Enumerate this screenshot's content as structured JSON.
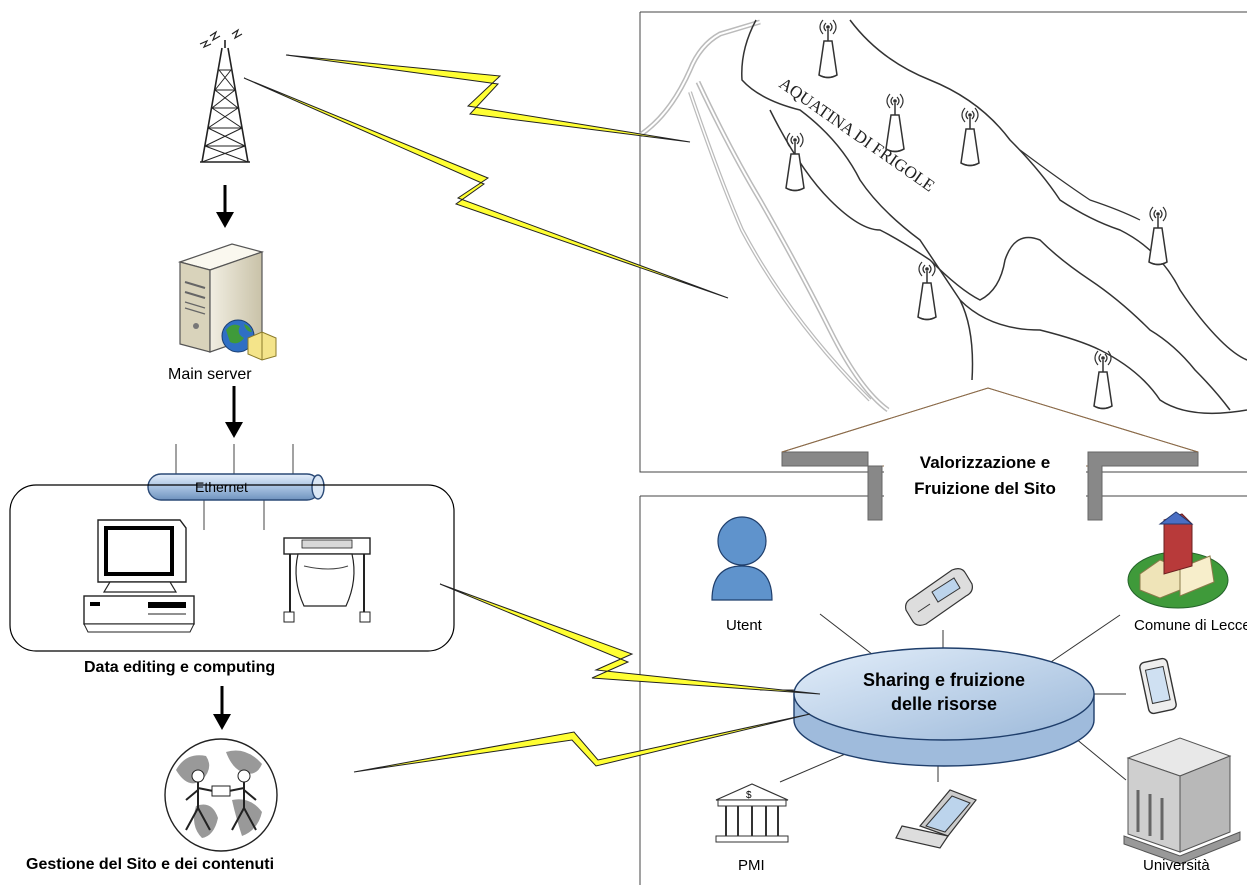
{
  "labels": {
    "main_server": "Main server",
    "ethernet": "Ethernet",
    "data_editing": "Data editing e computing",
    "gestione": "Gestione del Sito e dei contenuti",
    "map_title": "AQUATINA DI FRIGOLE",
    "valorizzazione_line1": "Valorizzazione e",
    "valorizzazione_line2": "Fruizione del Sito",
    "sharing_line1": "Sharing e fruizione",
    "sharing_line2": "delle risorse",
    "utenti": "Utent",
    "comune": "Comune di Lecce",
    "pmi": "PMI",
    "universita": "Università",
    "pmi_symbol": "$"
  },
  "colors": {
    "lightning": "#ffff33",
    "lightning_stroke": "#222222",
    "disk_fill": "#b9cfe6",
    "ethernet_fill": "#a9c3e2",
    "user_fill": "#5f93cc"
  },
  "icons": [
    "radio-tower-icon",
    "server-icon",
    "globe-icon",
    "desktop-computer-icon",
    "plotter-icon",
    "people-globe-icon",
    "sensor-antenna-icon",
    "user-icon",
    "mobile-phone-icon",
    "city-hall-icon",
    "tablet-icon",
    "bank-icon",
    "laptop-icon",
    "university-building-icon"
  ]
}
